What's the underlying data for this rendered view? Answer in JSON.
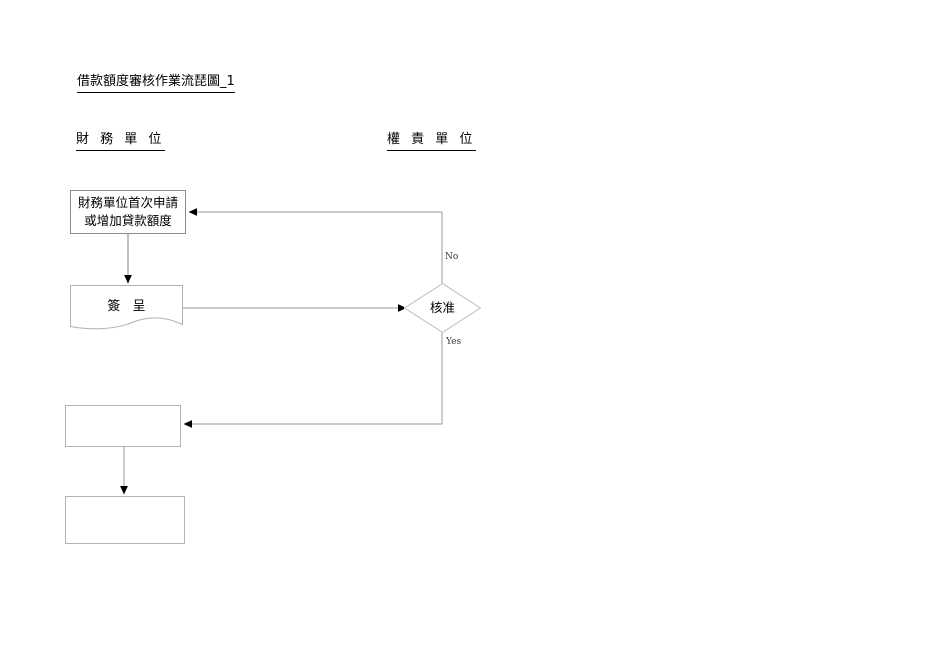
{
  "document": {
    "title": "借款額度審核作業流琵圖_1"
  },
  "columns": [
    {
      "id": "finance",
      "label": "財 務 單 位"
    },
    {
      "id": "authority",
      "label": "權 責 單 位"
    }
  ],
  "flowchart": {
    "type": "flowchart",
    "nodes": [
      {
        "id": "apply",
        "shape": "process",
        "label": "財務單位首次申請\n或增加貸款額度",
        "column": "finance"
      },
      {
        "id": "memo",
        "shape": "document",
        "label": "簽 呈",
        "column": "finance"
      },
      {
        "id": "decision",
        "shape": "diamond",
        "label": "核准",
        "column": "authority"
      },
      {
        "id": "blank1",
        "shape": "process",
        "label": "",
        "column": "finance"
      },
      {
        "id": "blank2",
        "shape": "process",
        "label": "",
        "column": "finance"
      }
    ],
    "edges": [
      {
        "id": "apply-to-memo",
        "from": "apply",
        "to": "memo",
        "label": ""
      },
      {
        "id": "memo-to-decision",
        "from": "memo",
        "to": "decision",
        "label": ""
      },
      {
        "id": "decision-no",
        "from": "decision",
        "to": "apply",
        "label": "No"
      },
      {
        "id": "decision-yes",
        "from": "decision",
        "to": "blank1",
        "label": "Yes"
      },
      {
        "id": "blank1-to-blank2",
        "from": "blank1",
        "to": "blank2",
        "label": ""
      }
    ]
  },
  "colors": {
    "page_background": "#ffffff",
    "text": "#000000",
    "shape_border": "#a9a9a9",
    "connector": "#808080",
    "arrowhead": "#000000",
    "edge_label_text": "#3a3a3a"
  }
}
